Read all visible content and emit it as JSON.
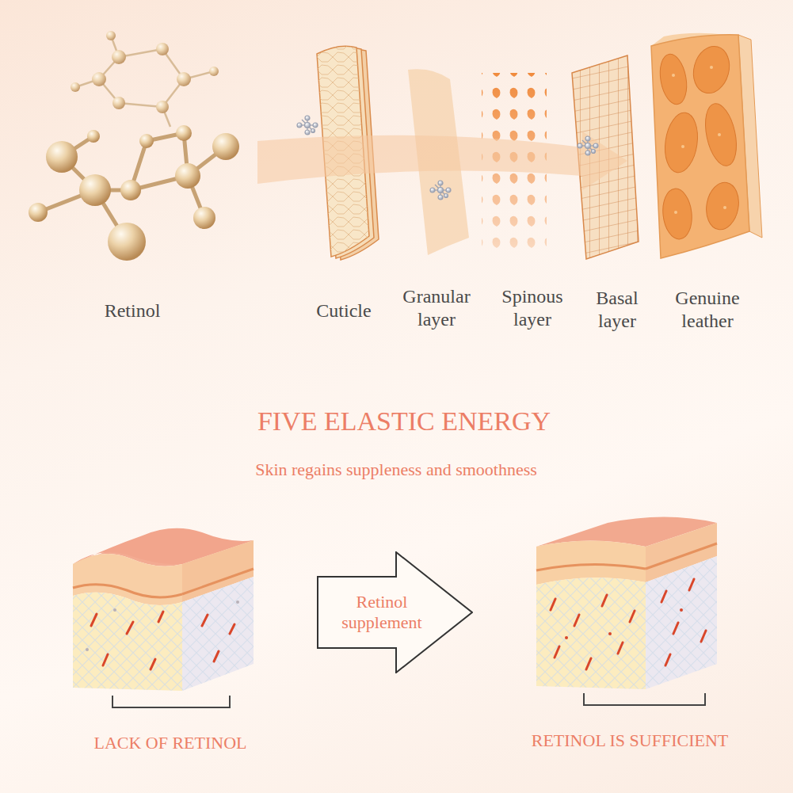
{
  "diagram": {
    "title": "FIVE ELASTIC ENERGY",
    "nodes": [
      {
        "text": [
          "Retinol supplement"
        ]
      }
    ],
    "labels": [
      "Retinol",
      "Cuticle",
      "Granular layer",
      "Spinous layer",
      "Basal layer",
      "Genuine leather",
      "Skin regains suppleness and smoothness",
      "LACK OF RETINOL",
      "RETINOL IS SUFFICIENT"
    ]
  }
}
